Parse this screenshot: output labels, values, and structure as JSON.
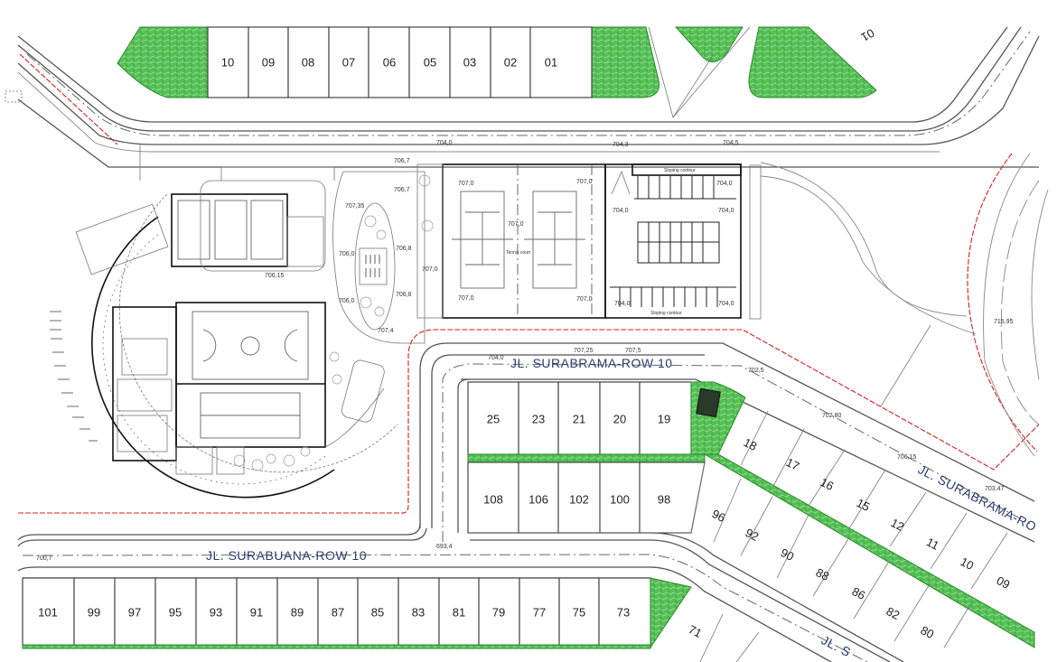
{
  "plan": {
    "type": "site-plan",
    "streets": {
      "surabrama_upper": "JL. SURABRAMA-ROW 10",
      "surabrama_diag": "JL. SURABRAMA-RO",
      "surabuana": "JL. SURABUANA-ROW 10",
      "lower_diag": "JL. S"
    },
    "top_row_lots": [
      "10",
      "09",
      "08",
      "07",
      "06",
      "05",
      "03",
      "02",
      "01"
    ],
    "top_right_lot": "01",
    "block_upper_lots": [
      "25",
      "23",
      "21",
      "20",
      "19"
    ],
    "block_lower_lots": [
      "108",
      "106",
      "102",
      "100",
      "98"
    ],
    "diag_upper_lots": [
      "18",
      "17",
      "16",
      "15",
      "12",
      "11",
      "10",
      "09"
    ],
    "diag_lower_lots": [
      "96",
      "92",
      "90",
      "88",
      "86",
      "82",
      "80"
    ],
    "bottom_row_lots": [
      "101",
      "99",
      "97",
      "95",
      "93",
      "91",
      "89",
      "87",
      "85",
      "83",
      "81",
      "79",
      "77",
      "75",
      "73"
    ],
    "bottom_diag_lot": "71",
    "elevations": {
      "e1": "704,0",
      "e2": "704,3",
      "e3": "704,5",
      "e4": "706,7",
      "e5": "706,7",
      "e6": "707,35",
      "e7": "706,0",
      "e8": "706,8",
      "e9": "706,8",
      "e10": "706,0",
      "e11": "707,4",
      "e12": "706,15",
      "e13": "707,0",
      "e14": "707,0",
      "e15": "707,0",
      "e16": "707,0",
      "e17": "707,0",
      "e18": "707,0",
      "e19": "704,0",
      "e20": "704,0",
      "e21": "704,0",
      "e22": "704,0",
      "e23": "704,0",
      "e24": "715,95",
      "e25": "707,25",
      "e26": "707,5",
      "e27": "704,0",
      "e28": "702,5",
      "e29": "702,80",
      "e30": "706,15",
      "e31": "700,7",
      "e32": "693,4",
      "e33": "703,47"
    },
    "labels": {
      "sloping_contour_top": "Sloping contour",
      "sloping_contour_bottom": "Sloping contour",
      "tennis_label": "Tennis court"
    },
    "colors": {
      "green_space": "#3fb83f",
      "boundary_red": "#d62020",
      "street_label": "#2b3c6e"
    }
  }
}
